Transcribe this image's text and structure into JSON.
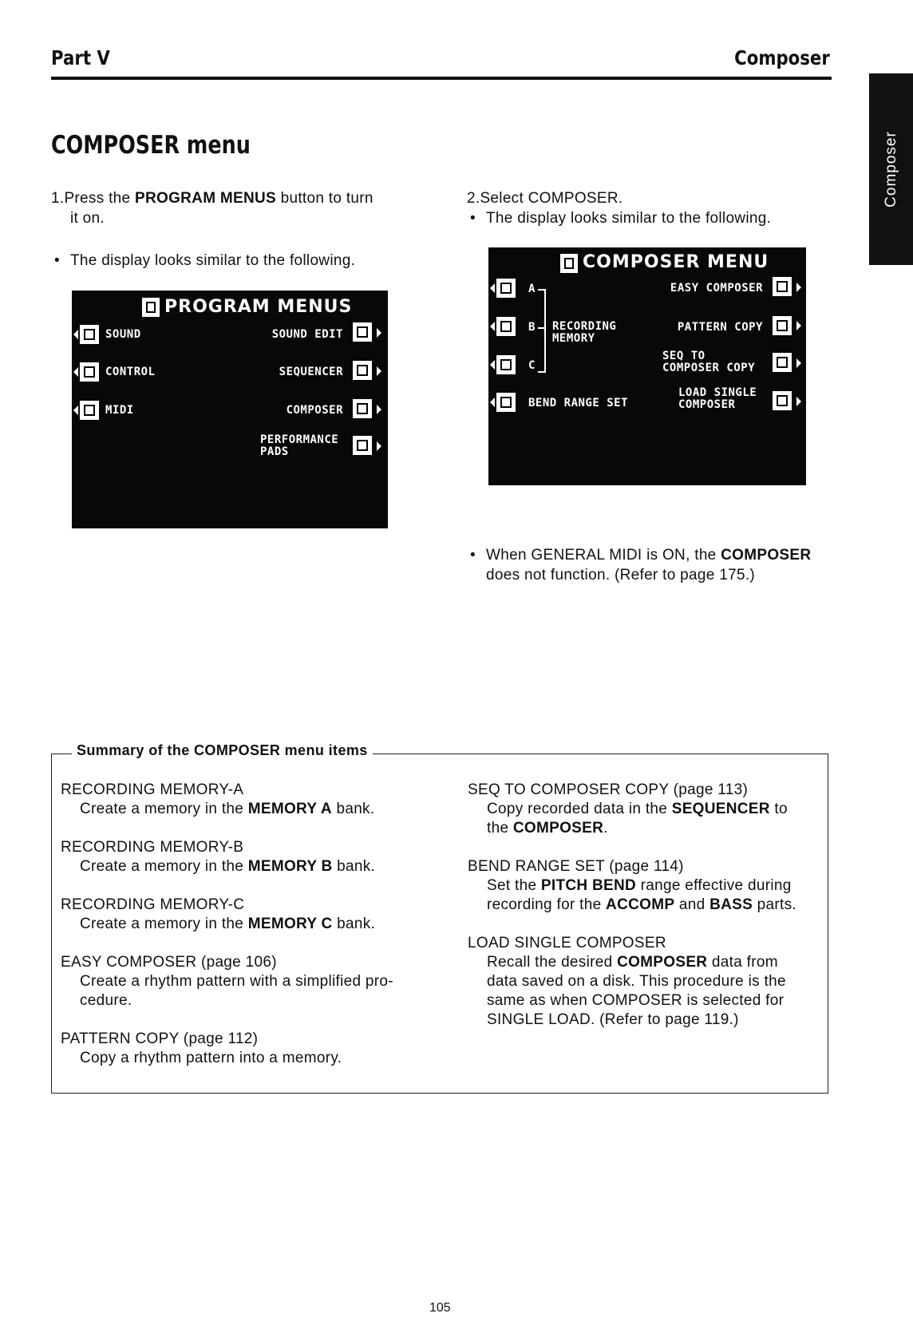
{
  "header": {
    "left": "Part V",
    "right": "Composer"
  },
  "side_tab": "Composer",
  "section_title": "COMPOSER menu",
  "left_col": {
    "step1_num": "1.",
    "step1_a": "Press the ",
    "step1_b": "PROGRAM MENUS",
    "step1_c": " button to turn",
    "step1_d": "it on.",
    "bullet": "The display looks similar to the following."
  },
  "program_menus_screen": {
    "title": "PROGRAM MENUS",
    "items_left": [
      "SOUND",
      "CONTROL",
      "MIDI"
    ],
    "items_right": [
      "SOUND EDIT",
      "SEQUENCER",
      "COMPOSER",
      "PERFORMANCE",
      "PADS"
    ]
  },
  "right_col": {
    "step2_num": "2.",
    "step2": "Select COMPOSER.",
    "bullet": "The display looks similar to the following.",
    "note_a": "When GENERAL MIDI is ON, the ",
    "note_b": "COMPOSER",
    "note_c": "does not function. (Refer to page 175.)"
  },
  "composer_menu_screen": {
    "title": "COMPOSER MENU",
    "mem_a": "A",
    "mem_b": "B",
    "mem_c": "C",
    "recording": "RECORDING",
    "memory": "MEMORY",
    "easy": "EASY COMPOSER",
    "pattern": "PATTERN COPY",
    "seq1": "SEQ TO",
    "seq2": "COMPOSER COPY",
    "bend": "BEND RANGE SET",
    "load1": "LOAD SINGLE",
    "load2": "COMPOSER"
  },
  "summary": {
    "title": "Summary of the COMPOSER menu items",
    "left": [
      {
        "head": "RECORDING MEMORY-A",
        "a": "Create a memory in the ",
        "b": "MEMORY A",
        "c": " bank."
      },
      {
        "head": "RECORDING MEMORY-B",
        "a": "Create a memory in the ",
        "b": "MEMORY B",
        "c": " bank."
      },
      {
        "head": "RECORDING MEMORY-C",
        "a": "Create a memory in the ",
        "b": "MEMORY C",
        "c": " bank."
      }
    ],
    "easy_head": "EASY COMPOSER (page 106)",
    "easy_l1": "Create a rhythm pattern with a simplified pro-",
    "easy_l2": "cedure.",
    "pattern_head": "PATTERN COPY (page 112)",
    "pattern_l1": "Copy a rhythm pattern into a memory.",
    "seq_head": "SEQ TO COMPOSER COPY (page 113)",
    "seq_l1a": "Copy recorded data in the ",
    "seq_l1b": "SEQUENCER",
    "seq_l1c": " to",
    "seq_l2a": "the ",
    "seq_l2b": "COMPOSER",
    "seq_l2c": ".",
    "bend_head": "BEND RANGE SET (page 114)",
    "bend_l1a": "Set the ",
    "bend_l1b": "PITCH BEND",
    "bend_l1c": " range effective during",
    "bend_l2a": "recording for the ",
    "bend_l2b": "ACCOMP",
    "bend_l2c": " and ",
    "bend_l2d": "BASS",
    "bend_l2e": " parts.",
    "load_head": "LOAD SINGLE COMPOSER",
    "load_l1a": "Recall the desired ",
    "load_l1b": "COMPOSER",
    "load_l1c": " data from",
    "load_l2": "data saved on a disk. This procedure is the",
    "load_l3": "same as when COMPOSER is selected for",
    "load_l4": "SINGLE LOAD. (Refer to page 119.)"
  },
  "page_number": "105"
}
